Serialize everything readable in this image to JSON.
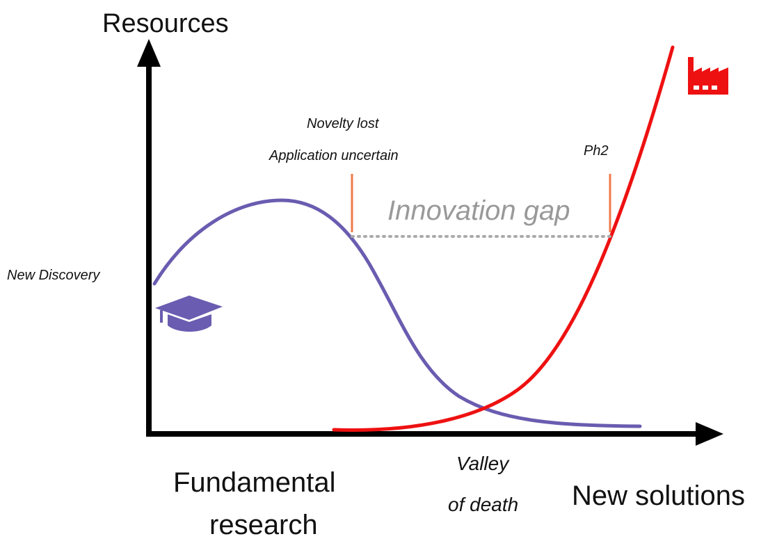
{
  "axes": {
    "y_label": "Resources",
    "x_label_left_line1": "Fundamental",
    "x_label_left_line2": "research",
    "x_label_right": "New solutions"
  },
  "annotations": {
    "new_discovery": "New Discovery",
    "novelty_lost": "Novelty lost",
    "application_uncertain": "Application uncertain",
    "ph2": "Ph2",
    "innovation_gap": "Innovation gap",
    "valley_line1": "Valley",
    "valley_line2": "of death"
  },
  "curves": {
    "research": {
      "color": "#6a5cb0",
      "icon": "graduation-cap-icon"
    },
    "industry": {
      "color": "#ee1111",
      "icon": "factory-icon"
    }
  },
  "colors": {
    "gap_marker": "#f07a4a",
    "gap_dots": "#aaaaaa",
    "gap_text": "#999999",
    "axis": "#000000"
  }
}
